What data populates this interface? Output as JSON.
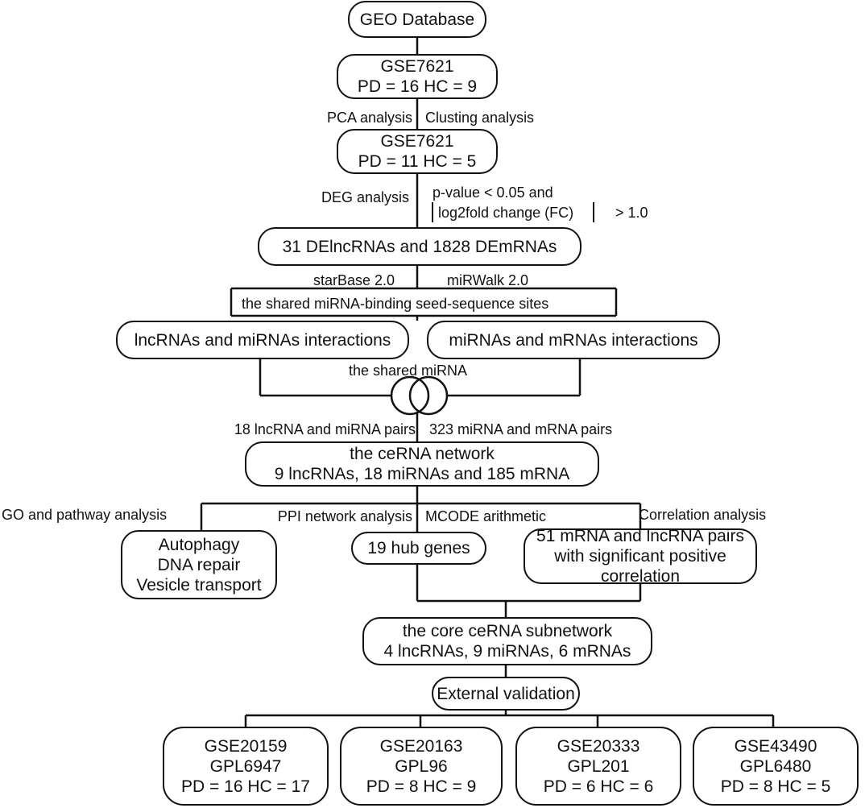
{
  "boxes": {
    "geo": "GEO Database",
    "gse1": [
      "GSE7621",
      "PD = 16 HC = 9"
    ],
    "gse2": [
      "GSE7621",
      "PD = 11 HC = 5"
    ],
    "de": "31 DElncRNAs and 1828 DEmRNAs",
    "lnc_mi": "lncRNAs and miRNAs interactions",
    "mi_m": "miRNAs and mRNAs interactions",
    "cerna": [
      "the ceRNA network",
      "9 lncRNAs, 18 miRNAs and 185 mRNA"
    ],
    "go_result": [
      "Autophagy",
      "DNA repair",
      "Vesicle transport"
    ],
    "hub": "19 hub genes",
    "corr_result": [
      "51 mRNA and lncRNA pairs",
      "with significant positive correlation"
    ],
    "core": [
      "the core ceRNA subnetwork",
      "4 lncRNAs, 9 miRNAs, 6 mRNAs"
    ],
    "ext": "External validation",
    "validation": [
      [
        "GSE20159",
        "GPL6947",
        "PD = 16 HC = 17"
      ],
      [
        "GSE20163",
        "GPL96",
        "PD = 8 HC = 9"
      ],
      [
        "GSE20333",
        "GPL201",
        "PD = 6 HC = 6"
      ],
      [
        "GSE43490",
        "GPL6480",
        "PD = 8 HC = 5"
      ]
    ]
  },
  "labels": {
    "pca": "PCA analysis",
    "clust": "Clusting analysis",
    "deg": "DEG analysis",
    "pval": "p-value < 0.05 and",
    "logfc": "log2fold change (FC)",
    "fc_thr": "> 1.0",
    "starbase": "starBase 2.0",
    "mirwalk": "miRWalk 2.0",
    "seed": "the shared miRNA-binding seed-sequence sites",
    "shared": "the shared miRNA",
    "pairs_lnc": "18 lncRNA and miRNA pairs",
    "pairs_m": "323 miRNA and mRNA pairs",
    "go": "GO and pathway analysis",
    "ppi": "PPI network analysis",
    "mcode": "MCODE arithmetic",
    "corr": "Correlation analysis"
  }
}
